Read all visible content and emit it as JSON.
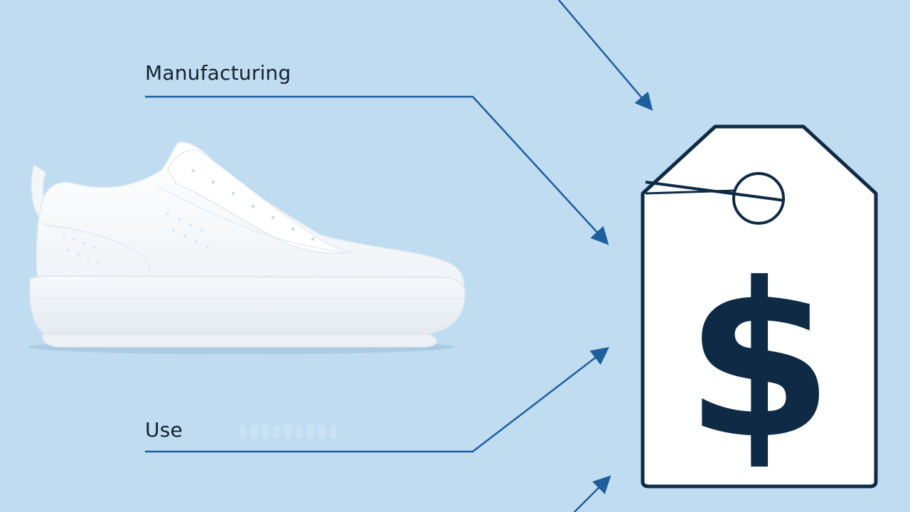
{
  "labels": {
    "manufacturing": "Manufacturing",
    "use": "Use"
  },
  "price_tag": {
    "symbol": "$"
  },
  "icons": {
    "product": "sneaker-image",
    "price": "price-tag-icon"
  },
  "colors": {
    "background": "#bfdcf0",
    "line": "#1f5e9c",
    "tag_outline": "#0f2a44",
    "symbol": "#0f2a44",
    "text": "#14202e"
  }
}
